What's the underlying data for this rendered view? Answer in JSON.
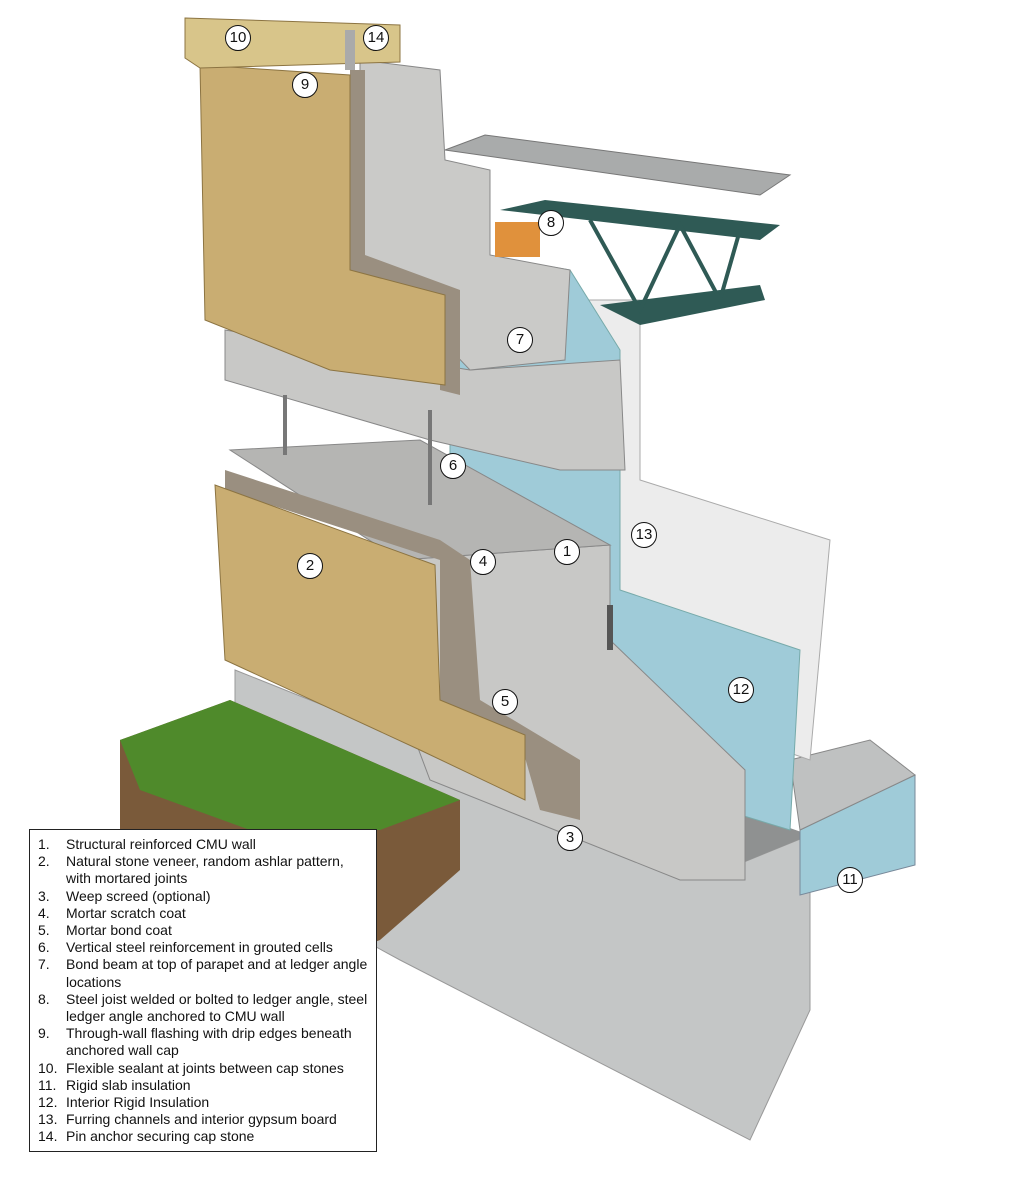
{
  "callouts": [
    "1",
    "2",
    "3",
    "4",
    "5",
    "6",
    "7",
    "8",
    "9",
    "10",
    "11",
    "12",
    "13",
    "14"
  ],
  "legend": [
    {
      "num": "1.",
      "text": "Structural reinforced CMU wall"
    },
    {
      "num": "2.",
      "text": "Natural stone veneer, random ashlar pattern, with mortared joints"
    },
    {
      "num": "3.",
      "text": "Weep screed (optional)"
    },
    {
      "num": "4.",
      "text": "Mortar scratch coat"
    },
    {
      "num": "5.",
      "text": "Mortar bond coat"
    },
    {
      "num": "6.",
      "text": "Vertical steel reinforcement in grouted cells"
    },
    {
      "num": "7.",
      "text": "Bond beam at top of parapet and at ledger angle locations"
    },
    {
      "num": "8.",
      "text": "Steel joist welded or bolted to ledger angle, steel ledger angle anchored to CMU wall"
    },
    {
      "num": "9.",
      "text": "Through-wall flashing with drip edges beneath anchored wall cap"
    },
    {
      "num": "10.",
      "text": "Flexible sealant at joints between cap stones"
    },
    {
      "num": "11.",
      "text": "Rigid slab insulation"
    },
    {
      "num": "12.",
      "text": "Interior Rigid Insulation"
    },
    {
      "num": "13.",
      "text": "Furring channels and interior gypsum board"
    },
    {
      "num": "14.",
      "text": "Pin anchor securing cap stone"
    }
  ],
  "colors": {
    "stone": "#c9ad72",
    "cmu": "#c8c8c6",
    "insulation": "#9fcbd8",
    "gypsum": "#ececec",
    "concrete": "#c4c6c6",
    "grass": "#4f8a2b",
    "soil": "#7a5a3a",
    "steel": "#2f5a55",
    "cap": "#d8c58a",
    "blocking": "#e0913c"
  }
}
